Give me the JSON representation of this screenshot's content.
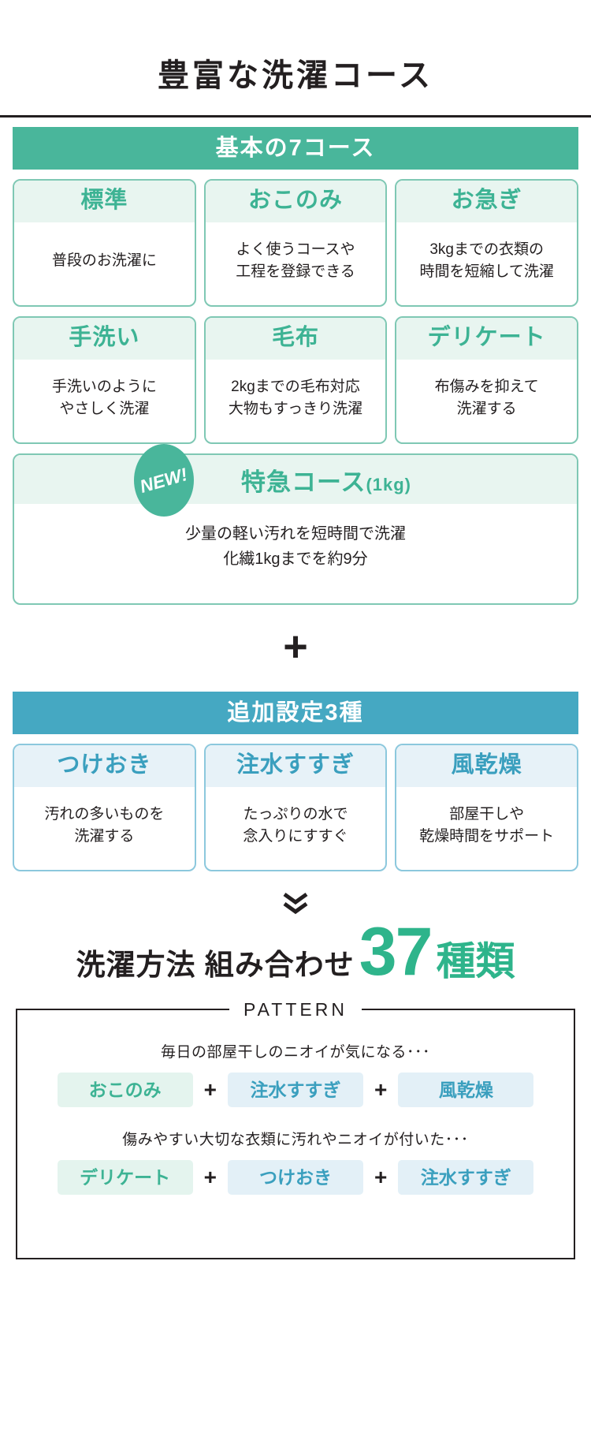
{
  "header": {
    "title": "豊富な洗濯コース"
  },
  "basic_section": {
    "bar_label": "基本の7コース",
    "courses": [
      {
        "name": "標準",
        "desc": "普段のお洗濯に"
      },
      {
        "name": "おこのみ",
        "desc": "よく使うコースや\n工程を登録できる"
      },
      {
        "name": "お急ぎ",
        "desc": "3kgまでの衣類の\n時間を短縮して洗濯"
      },
      {
        "name": "手洗い",
        "desc": "手洗いのように\nやさしく洗濯"
      },
      {
        "name": "毛布",
        "desc": "2kgまでの毛布対応\n大物もすっきり洗濯"
      },
      {
        "name": "デリケート",
        "desc": "布傷みを抑えて\n洗濯する"
      }
    ],
    "express": {
      "badge": "NEW!",
      "title": "特急コース",
      "title_suffix": "(1kg)",
      "desc": "少量の軽い汚れを短時間で洗濯\n化繊1kgまでを約9分"
    }
  },
  "plus_separator": "+",
  "extra_section": {
    "bar_label": "追加設定3種",
    "settings": [
      {
        "name": "つけおき",
        "desc": "汚れの多いものを\n洗濯する"
      },
      {
        "name": "注水すすぎ",
        "desc": "たっぷりの水で\n念入りにすすぐ"
      },
      {
        "name": "風乾燥",
        "desc": "部屋干しや\n乾燥時間をサポート"
      }
    ]
  },
  "result": {
    "lead": "洗濯方法 組み合わせ",
    "number": "37",
    "unit": "種類"
  },
  "pattern": {
    "label": "PATTERN",
    "examples": [
      {
        "caption": "毎日の部屋干しのニオイが気になる･･･",
        "chips": [
          {
            "label": "おこのみ",
            "tone": "green"
          },
          {
            "label": "注水すすぎ",
            "tone": "blue"
          },
          {
            "label": "風乾燥",
            "tone": "blue"
          }
        ],
        "joiner": "+"
      },
      {
        "caption": "傷みやすい大切な衣類に汚れやニオイが付いた･･･",
        "chips": [
          {
            "label": "デリケート",
            "tone": "green"
          },
          {
            "label": "つけおき",
            "tone": "blue"
          },
          {
            "label": "注水すすぎ",
            "tone": "blue"
          }
        ],
        "joiner": "+"
      }
    ]
  },
  "colors": {
    "green_bar": "#49b69b",
    "green_text": "#3db394",
    "blue_bar": "#45a8c2",
    "blue_text": "#3a9fbe",
    "result_green": "#2eb48b",
    "ink": "#231f20"
  }
}
